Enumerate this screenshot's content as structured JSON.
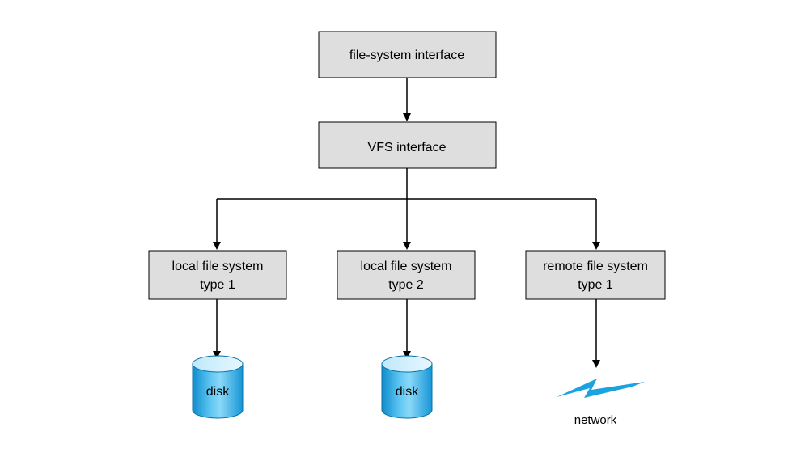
{
  "boxes": {
    "fs_interface": "file-system interface",
    "vfs_interface": "VFS interface",
    "local_type1": [
      "local file system",
      "type 1"
    ],
    "local_type2": [
      "local file system",
      "type 2"
    ],
    "remote_type1": [
      "remote file system",
      "type 1"
    ]
  },
  "disk1_label": "disk",
  "disk2_label": "disk",
  "network_label": "network",
  "colors": {
    "box_fill": "#dedede",
    "disk_blue": "#1aa3e0",
    "network_blue": "#1aa3e0"
  }
}
